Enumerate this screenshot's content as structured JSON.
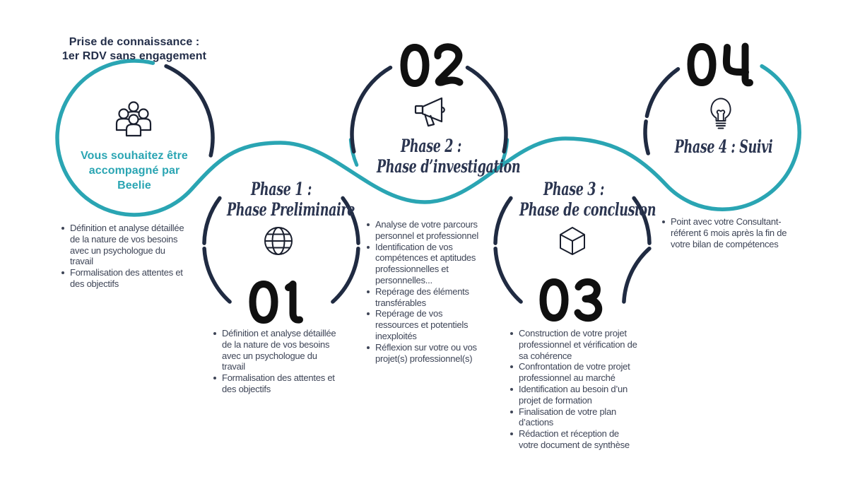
{
  "colors": {
    "teal": "#2aa5b3",
    "navy_arc": "#202b42",
    "heading_navy": "#232e49",
    "title_navy": "#2b3550",
    "body_text": "#3e4557",
    "number_black": "#101010"
  },
  "intro": {
    "heading_line1": "Prise de connaissance :",
    "heading_line2": "1er RDV sans engagement",
    "icon": "people-icon",
    "label_line1": "Vous souhaitez être",
    "label_line2": "accompagné par",
    "label_line3": "Beelie",
    "bullets": [
      "Définition et analyse détaillée de la nature de vos besoins avec un psychologue du travail",
      "Formalisation des attentes et des objectifs"
    ]
  },
  "phases": [
    {
      "number": "01",
      "title_line1": "Phase 1 :",
      "title_line2": "Phase Preliminaire",
      "icon": "globe-icon",
      "bullets": [
        "Définition et analyse détaillée de la nature de vos besoins avec un psychologue du travail",
        "Formalisation des attentes et des objectifs"
      ]
    },
    {
      "number": "02",
      "title_line1": "Phase 2 :",
      "title_line2": "Phase d’investigation",
      "icon": "megaphone-icon",
      "bullets": [
        "Analyse de votre parcours personnel et professionnel",
        "Identification de vos compétences et aptitudes professionnelles et personnelles...",
        "Repérage des éléments transférables",
        "Repérage de vos ressources et potentiels inexploités",
        "Réflexion sur votre ou vos projet(s) professionnel(s)"
      ]
    },
    {
      "number": "03",
      "title_line1": "Phase 3 :",
      "title_line2": "Phase de conclusion",
      "icon": "cube-icon",
      "bullets": [
        "Construction de votre projet professionnel et vérification de sa cohérence",
        "Confrontation de votre projet professionnel au marché",
        "Identification au besoin d’un projet de formation",
        "Finalisation de votre plan d’actions",
        "Rédaction et réception de votre document de synthèse"
      ]
    },
    {
      "number": "04",
      "title_line1": "Phase 4 : Suivi",
      "title_line2": "",
      "icon": "lightbulb-icon",
      "bullets": [
        "Point avec votre Consultant-référent 6 mois après la fin de votre bilan de compétences"
      ]
    }
  ]
}
